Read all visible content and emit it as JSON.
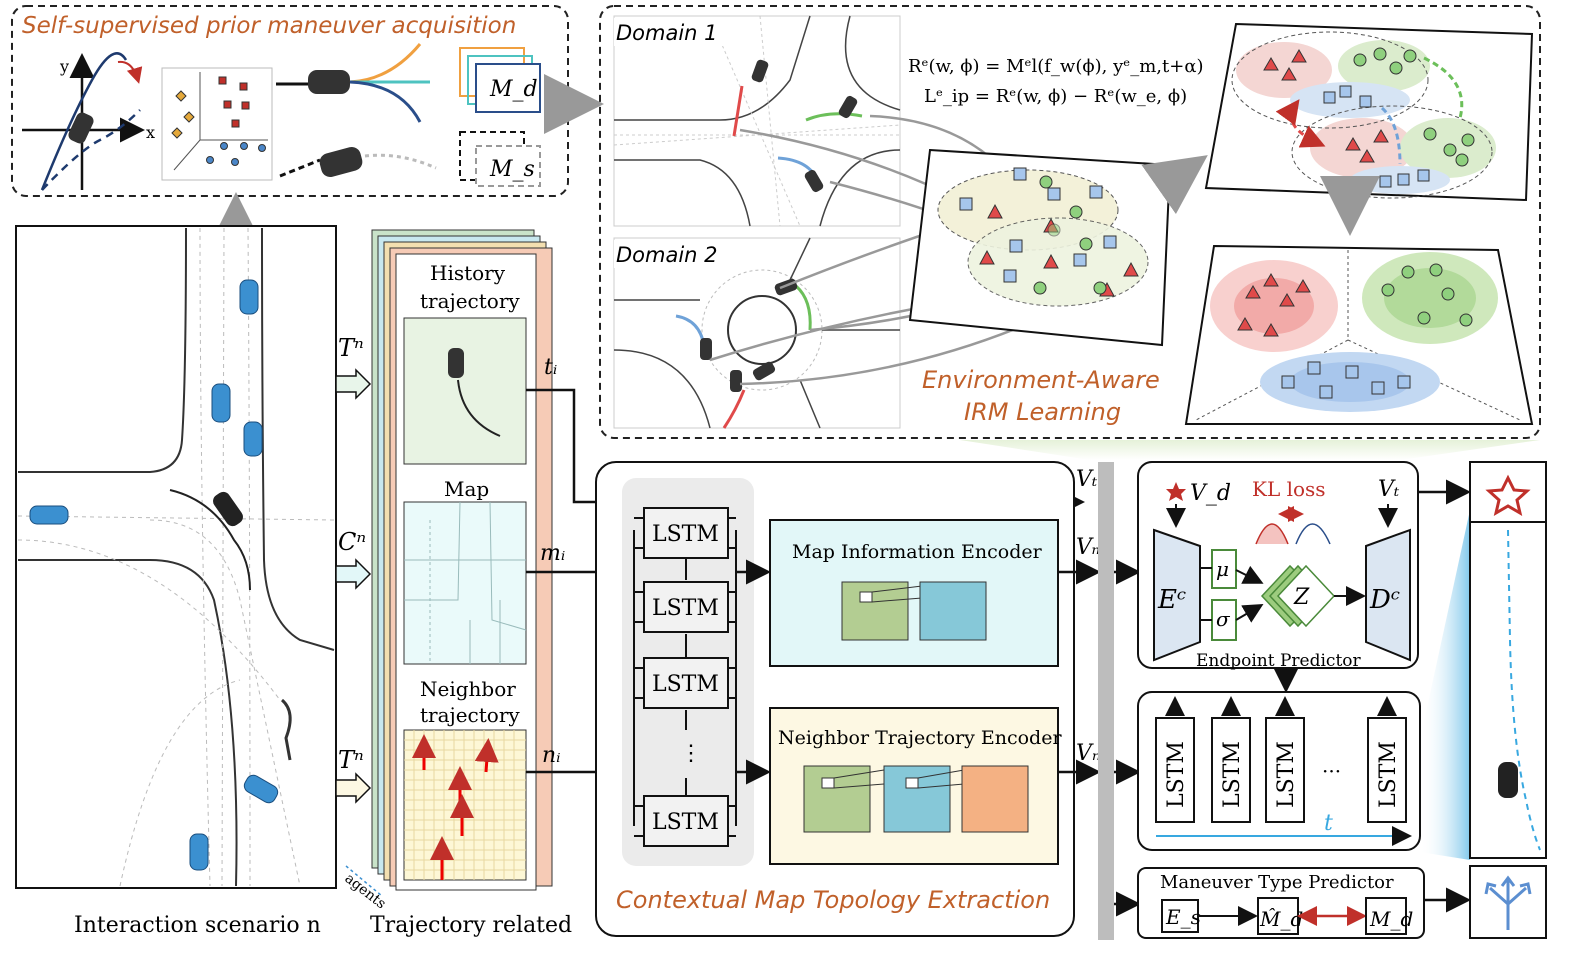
{
  "top_left_panel": {
    "title": "Self-supervised  prior maneuver acquisition",
    "axis_y": "y",
    "axis_x": "x",
    "memory_d": "M_d",
    "memory_s": "M_s"
  },
  "irm_panel": {
    "domain1": "Domain 1",
    "domain2": "Domain 2",
    "eq1": "Rᵉ(w, ϕ) = Mᵉl(f_w(ϕ), yᵉ_m,t+α)",
    "eq2": "Lᵉ_ip = Rᵉ(w, ϕ) − Rᵉ(w_e, ϕ)",
    "title_line1": "Environment-Aware",
    "title_line2": "IRM Learning"
  },
  "scenario": {
    "caption": "Interaction scenario n"
  },
  "inputs": {
    "t_label": "Tⁿ",
    "c_label": "Cⁿ",
    "t2_label": "Tⁿ",
    "history_line1": "History",
    "history_line2": "trajectory",
    "map_title": "Map",
    "neighbor_line1": "Neighbor",
    "neighbor_line2": "trajectory",
    "agents_label": "agents",
    "caption": "Trajectory related",
    "ti": "tᵢ",
    "mi": "mᵢ",
    "ni": "nᵢ"
  },
  "extraction": {
    "lstm_labels": [
      "LSTM",
      "LSTM",
      "LSTM",
      "⋮",
      "LSTM"
    ],
    "map_encoder": "Map Information Encoder",
    "neighbor_encoder": "Neighbor Trajectory Encoder",
    "caption": "Contextual Map Topology Extraction",
    "vt": "Vₜ",
    "vm": "Vₘ",
    "vn": "Vₙ"
  },
  "endpoint": {
    "vd": "V_d",
    "kl": "KL loss",
    "vt": "Vₜ",
    "ec": "Eᶜ",
    "dc": "Dᶜ",
    "mu": "μ",
    "sigma": "σ",
    "z": "Z",
    "caption": "Endpoint Predictor"
  },
  "decoder": {
    "lstm_labels": [
      "LSTM",
      "LSTM",
      "LSTM",
      "LSTM"
    ],
    "dots": "···",
    "t_axis": "t"
  },
  "maneuver": {
    "title": "Maneuver Type Predictor",
    "es": "E_s",
    "md_hat": "M̂_d",
    "md": "M_d"
  },
  "colors": {
    "orange_title": "#c0602a",
    "red": "#e04a4a",
    "green": "#6cbf5a",
    "blue": "#6fa2d8",
    "cyan_bg": "#e2f7f8",
    "yellow_bg": "#fdf8e3"
  }
}
